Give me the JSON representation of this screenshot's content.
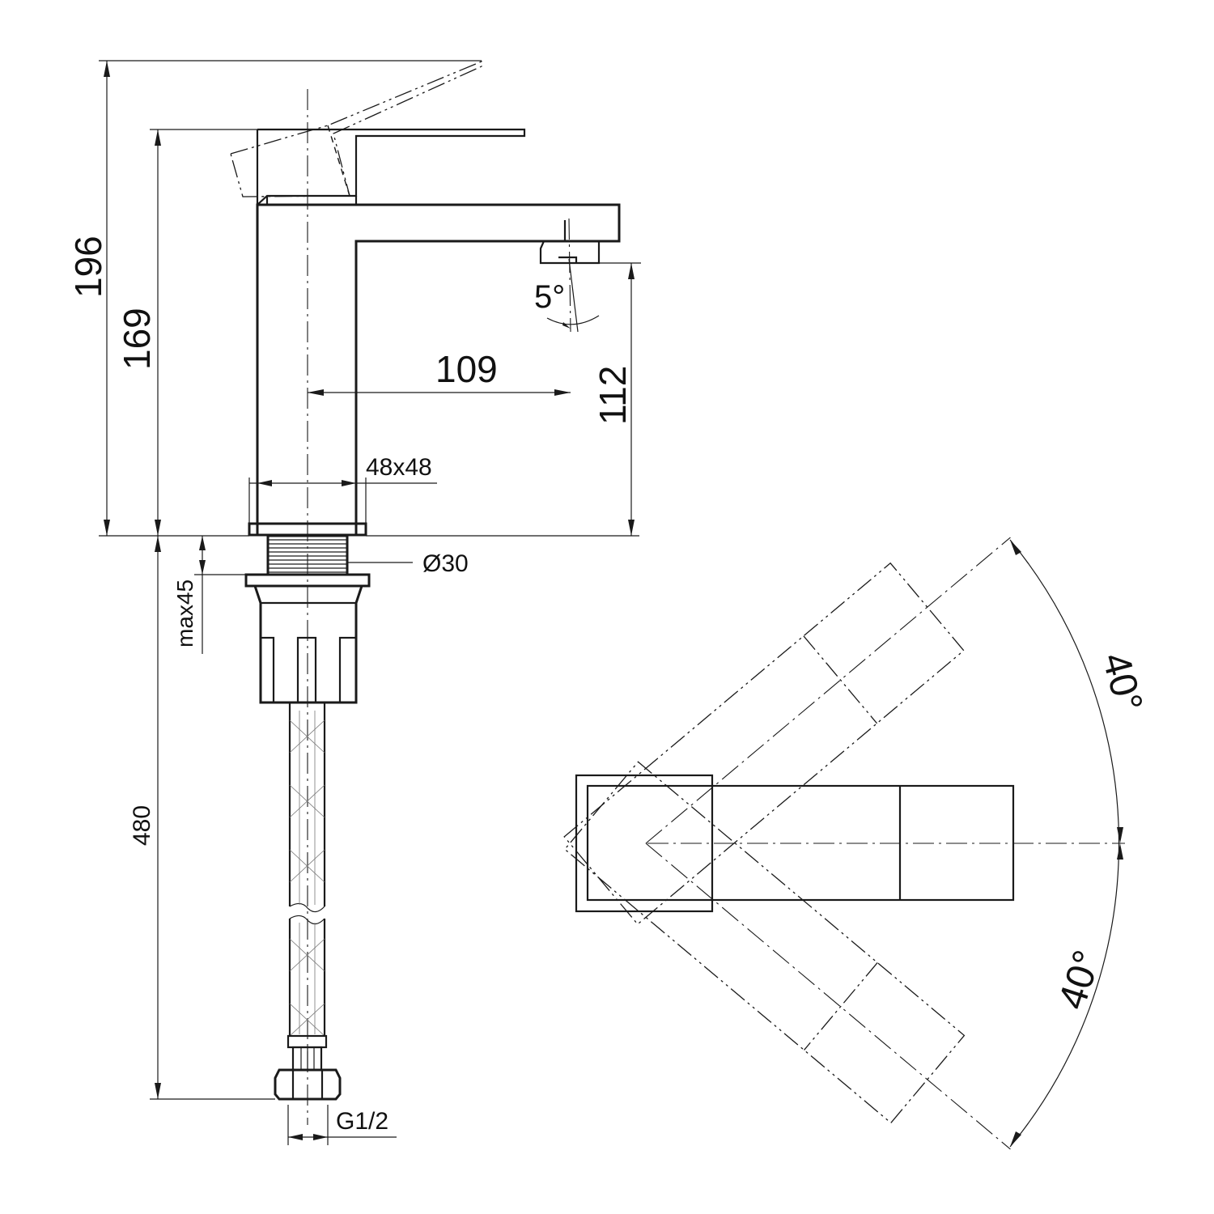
{
  "dimensions": {
    "total_height": "196",
    "body_height": "169",
    "spout_reach": "109",
    "spout_height": "112",
    "base_size": "48x48",
    "thread_diameter": "Ø30",
    "max_thickness": "max45",
    "hose_length": "480",
    "connection": "G1/2",
    "aerator_angle": "5°",
    "swivel_left": "40°",
    "swivel_right": "40°"
  }
}
